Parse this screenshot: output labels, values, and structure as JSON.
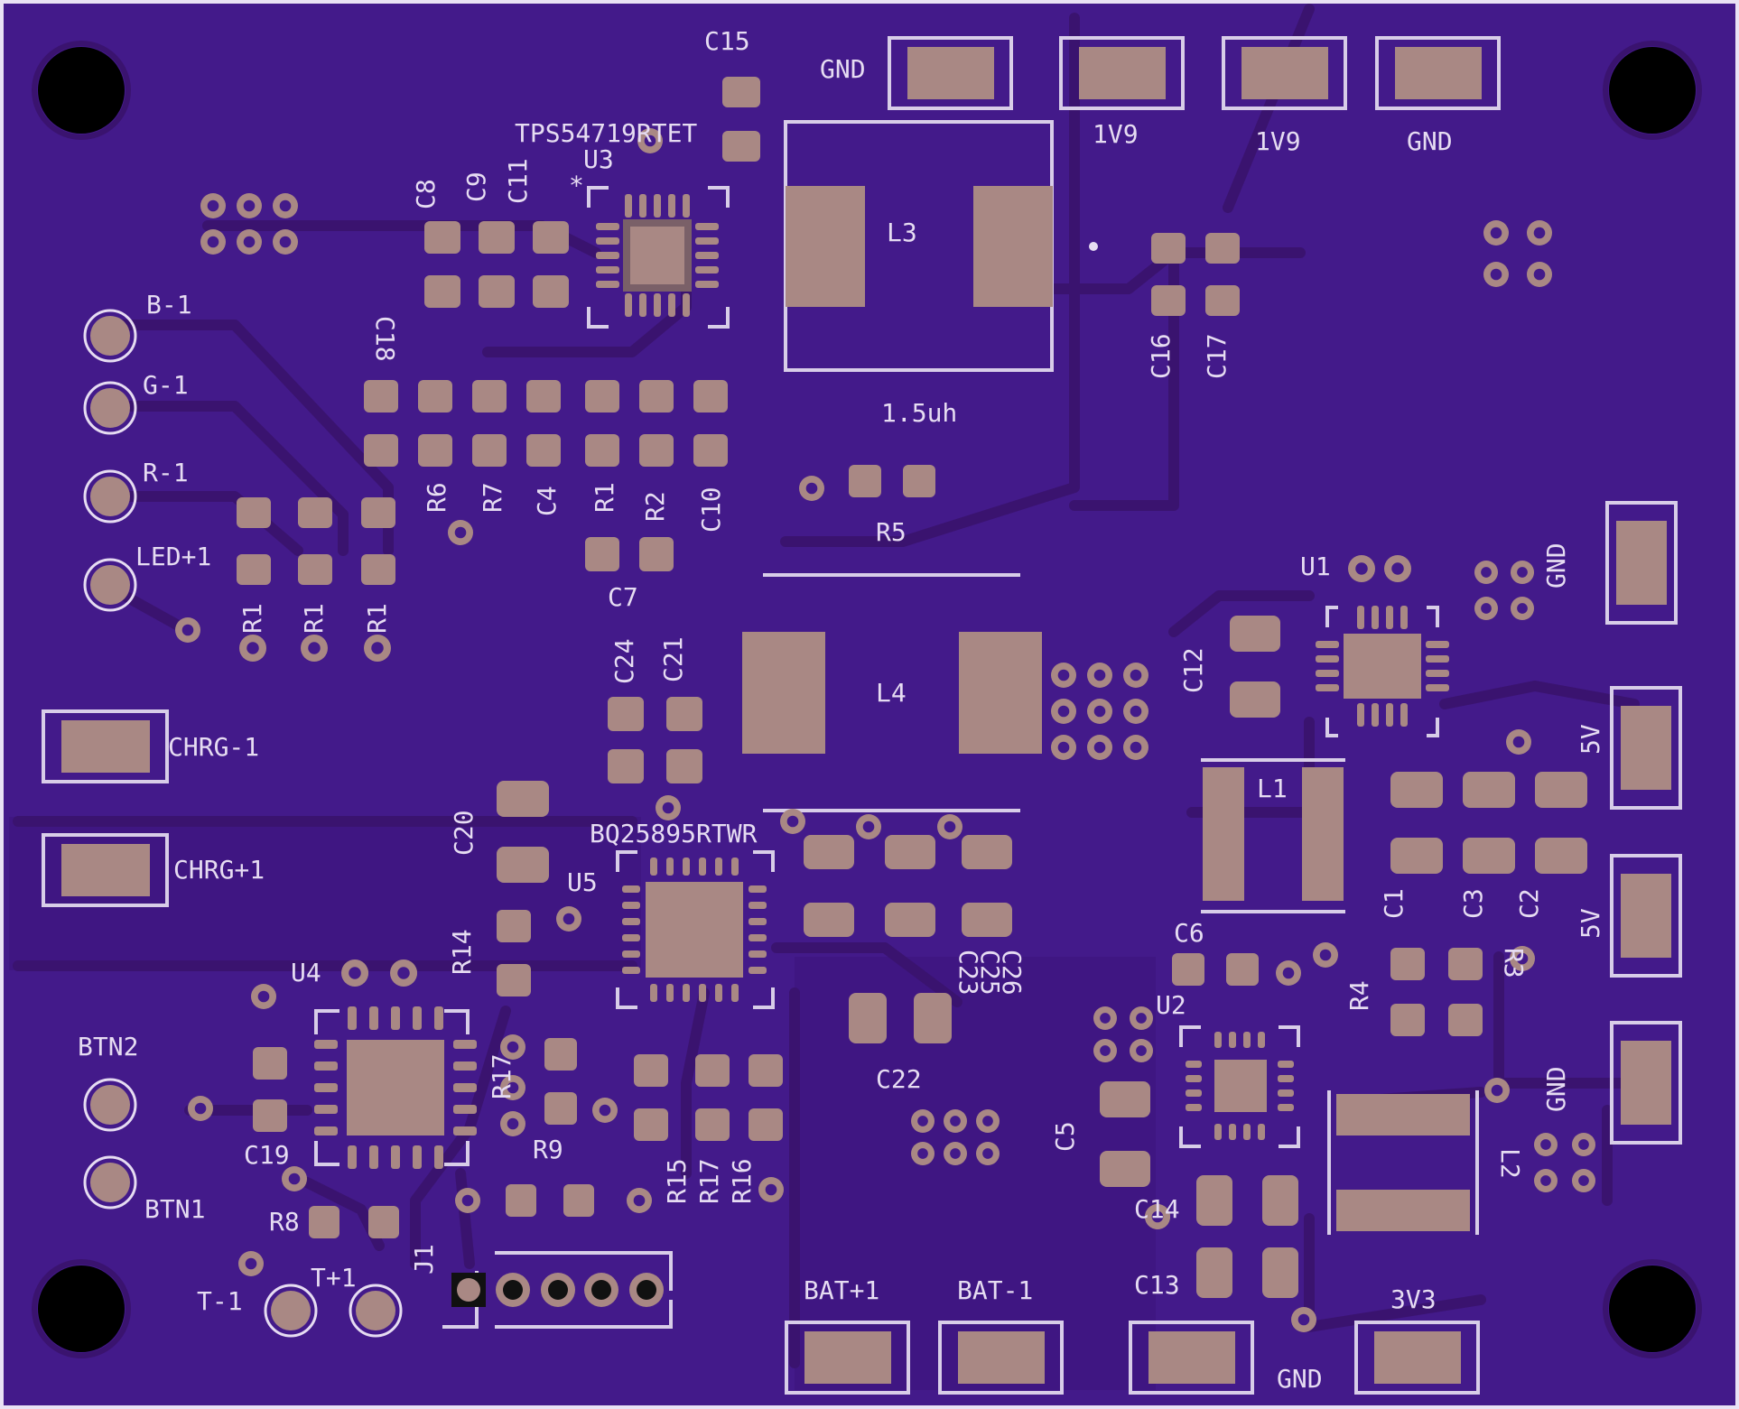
{
  "board": {
    "background": "#431a8a",
    "pad_color": "#a98884",
    "silk_color": "#e6dcf2",
    "hole_color": "#000000"
  },
  "labels": {
    "c15": "C15",
    "gnd_top_left": "GND",
    "v1v9_a": "1V9",
    "v1v9_b": "1V9",
    "gnd_top_right": "GND",
    "u3_part": "TPS54719RTET",
    "u3": "U3",
    "c8": "C8",
    "c9": "C9",
    "c11": "C11",
    "l3": "L3",
    "c16": "C16",
    "c17": "C17",
    "b1": "B-1",
    "g1": "G-1",
    "r1": "R-1",
    "led1": "LED+1",
    "c18": "C18",
    "r6": "R6",
    "r7": "R7",
    "c4": "C4",
    "r1b": "R1",
    "r2": "R2",
    "c10": "C10",
    "inductor_value": "1.5uh",
    "r5": "R5",
    "c7": "C7",
    "r1_a": "R1",
    "r1_b": "R1",
    "r1_c": "R1",
    "u1": "U1",
    "gnd_right_top": "GND",
    "c24": "C24",
    "c21": "C21",
    "l4": "L4",
    "c12": "C12",
    "chrg_minus": "CHRG-1",
    "l1": "L1",
    "v5_a": "5V",
    "c20": "C20",
    "u5_part": "BQ25895RTWR",
    "u5": "U5",
    "chrg_plus": "CHRG+1",
    "c1": "C1",
    "c3": "C3",
    "c2": "C2",
    "v5_b": "5V",
    "r14": "R14",
    "u4": "U4",
    "c6": "C6",
    "c23": "C23",
    "c25": "C25",
    "c26": "C26",
    "r4": "R4",
    "r3": "R3",
    "u2": "U2",
    "btn2": "BTN2",
    "c22": "C22",
    "gnd_right_bottom": "GND",
    "r17": "R17",
    "c5": "C5",
    "c19": "C19",
    "r9": "R9",
    "btn1": "BTN1",
    "r15": "R15",
    "r17b": "R17",
    "r16": "R16",
    "c14": "C14",
    "l2": "L2",
    "r8": "R8",
    "j1": "J1",
    "t_minus": "T-1",
    "t_plus": "T+1",
    "bat_plus": "BAT+1",
    "bat_minus": "BAT-1",
    "c13": "C13",
    "v3v3": "3V3",
    "gnd_bottom": "GND"
  }
}
